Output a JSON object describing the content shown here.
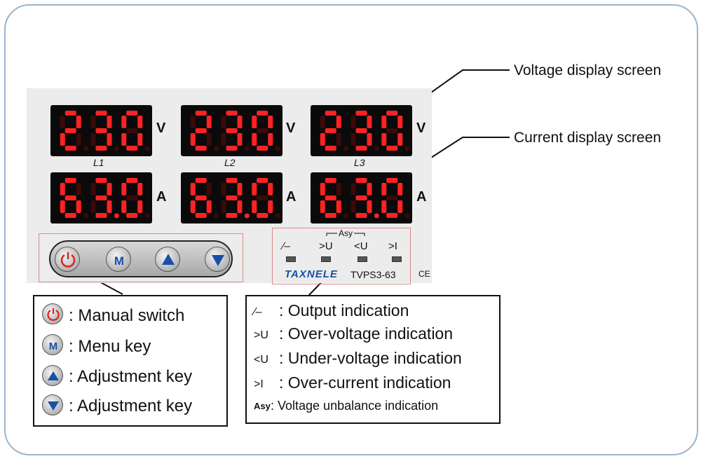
{
  "callouts": {
    "voltage": "Voltage display screen",
    "current": "Current display screen"
  },
  "screens": {
    "voltage_values": [
      "230",
      "230",
      "230"
    ],
    "voltage_unit": "V",
    "phases": [
      "L1",
      "L2",
      "L3"
    ],
    "current_values": [
      "63.0",
      "63.0",
      "63.0"
    ],
    "current_unit": "A"
  },
  "keys": {
    "power": "power-icon",
    "menu": "M",
    "up": "up-triangle-icon",
    "down": "down-triangle-icon"
  },
  "indicators": {
    "asy_label": "Asy",
    "symbols": [
      "∕–",
      ">U",
      "<U",
      ">I"
    ],
    "brand": "TAXNELE",
    "model": "TVPS3-63",
    "ce": "CE"
  },
  "key_legend": [
    {
      "icon": "power-icon",
      "text": ": Manual switch"
    },
    {
      "icon": "menu-icon",
      "text": ": Menu key"
    },
    {
      "icon": "up-triangle-icon",
      "text": ": Adjustment key"
    },
    {
      "icon": "down-triangle-icon",
      "text": ": Adjustment key"
    }
  ],
  "indicator_legend": [
    {
      "symbol": "∕–",
      "text": ": Output indication"
    },
    {
      "symbol": ">U",
      "text": ": Over-voltage indication"
    },
    {
      "symbol": "<U",
      "text": ": Under-voltage indication"
    },
    {
      "symbol": ">I",
      "text": ": Over-current indication"
    },
    {
      "symbol": "Asy",
      "text": ":  Voltage unbalance indication"
    }
  ],
  "colors": {
    "segment_on": "#ff2222",
    "segment_off": "#3a0a0a",
    "brand": "#1a4fa6",
    "frame": "#9cb4cc",
    "box_border": "#d98a8a"
  }
}
